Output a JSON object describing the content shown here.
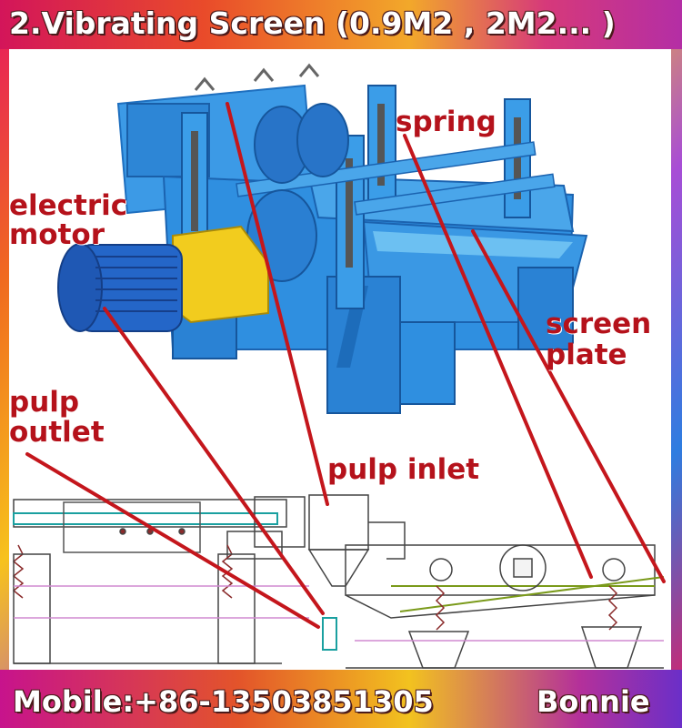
{
  "banner": {
    "title": "2.Vibrating Screen (0.9M2 , 2M2... )"
  },
  "labels": {
    "spring": "spring",
    "electric": "electric",
    "motor": "motor",
    "screen": "screen",
    "plate": "plate",
    "pulp_outlet_1": "pulp",
    "pulp_outlet_2": "outlet",
    "pulp_inlet": "pulp inlet"
  },
  "footer": {
    "mobile": "Mobile:+86-13503851305",
    "name": "Bonnie"
  },
  "colors": {
    "machine_blue": "#2f8fe0",
    "motor_blue": "#2466c8",
    "guard_yellow": "#f2cc1e",
    "label_red": "#b5121b",
    "pointer_red": "#c4161c"
  }
}
